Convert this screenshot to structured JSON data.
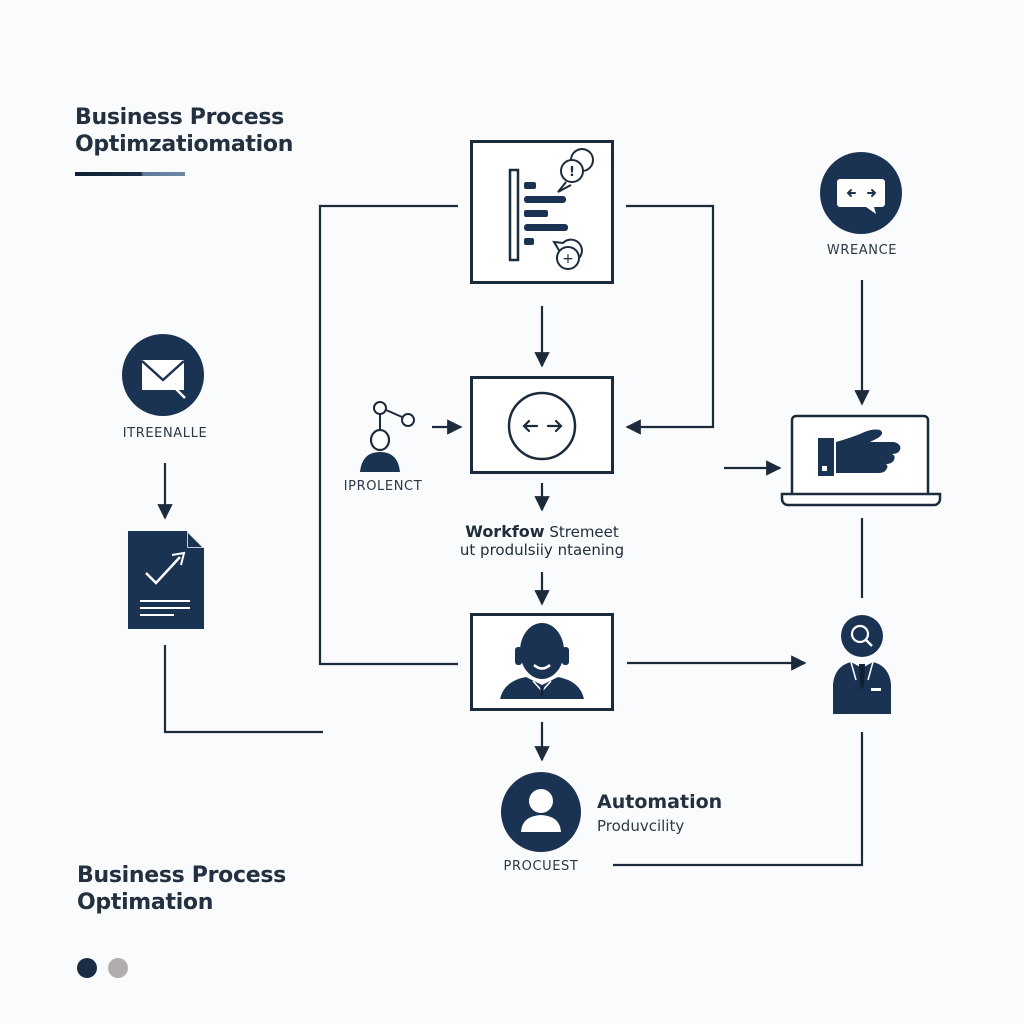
{
  "header": {
    "title_line1": "Business Process",
    "title_line2": "Optimzatiomation"
  },
  "footer": {
    "title_line1": "Business Process",
    "title_line2": "Optimation",
    "pager_dots": [
      {
        "state": "active",
        "color": "#1b2d44"
      },
      {
        "state": "inactive",
        "color": "#b2adad"
      }
    ]
  },
  "colors": {
    "primary": "#1b3352",
    "line": "#1c2b3c",
    "background": "#fafbfc"
  },
  "nodes": {
    "report": {
      "icon": "report-chart-icon",
      "badges": [
        "info-bubble-icon",
        "plus-bubble-icon"
      ]
    },
    "exchange": {
      "icon": "exchange-arrows-icon"
    },
    "wreance": {
      "icon": "chat-code-icon",
      "label": "WREANCE"
    },
    "email": {
      "icon": "mail-icon",
      "label": "ITREENALLE"
    },
    "iprolenct": {
      "icon": "user-network-icon",
      "label": "IPROLENCT"
    },
    "handshake": {
      "icon": "laptop-hand-icon"
    },
    "document": {
      "icon": "document-check-icon"
    },
    "support": {
      "icon": "support-agent-icon"
    },
    "manager": {
      "icon": "business-person-search-icon"
    },
    "procuest": {
      "icon": "user-circle-icon",
      "label": "PROCUEST"
    }
  },
  "workflow_text": {
    "bold": "Workfow",
    "rest": " Stremeet",
    "line2": "ut produlsiiy ntaening"
  },
  "automation": {
    "title": "Automation",
    "subtitle": "Produvcility"
  }
}
